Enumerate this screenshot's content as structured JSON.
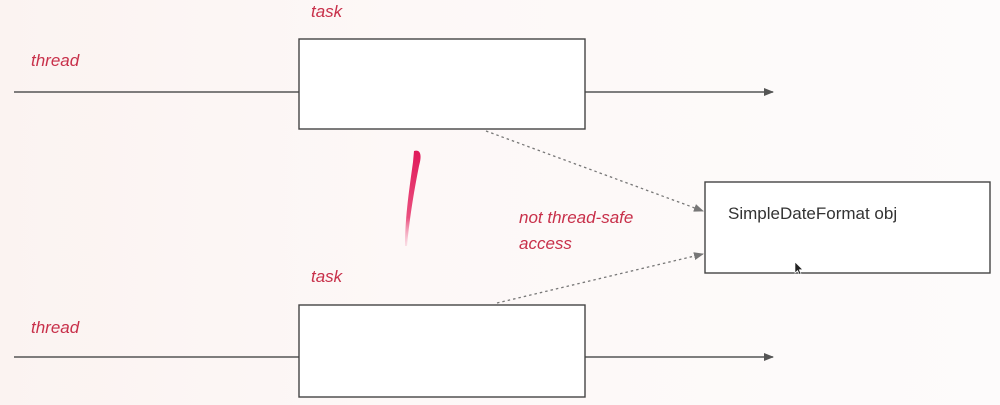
{
  "labels": {
    "thread_top": "thread",
    "thread_bottom": "thread",
    "task_top": "task",
    "task_bottom": "task",
    "annotation_line1": "not thread-safe",
    "annotation_line2": "access",
    "shared_object": "SimpleDateFormat obj"
  },
  "colors": {
    "accent_red": "#c8304a",
    "pen_stroke": "#e0195a",
    "line": "#555555",
    "box_border": "#444444"
  },
  "icons": {
    "cursor": "mouse-pointer-icon"
  }
}
